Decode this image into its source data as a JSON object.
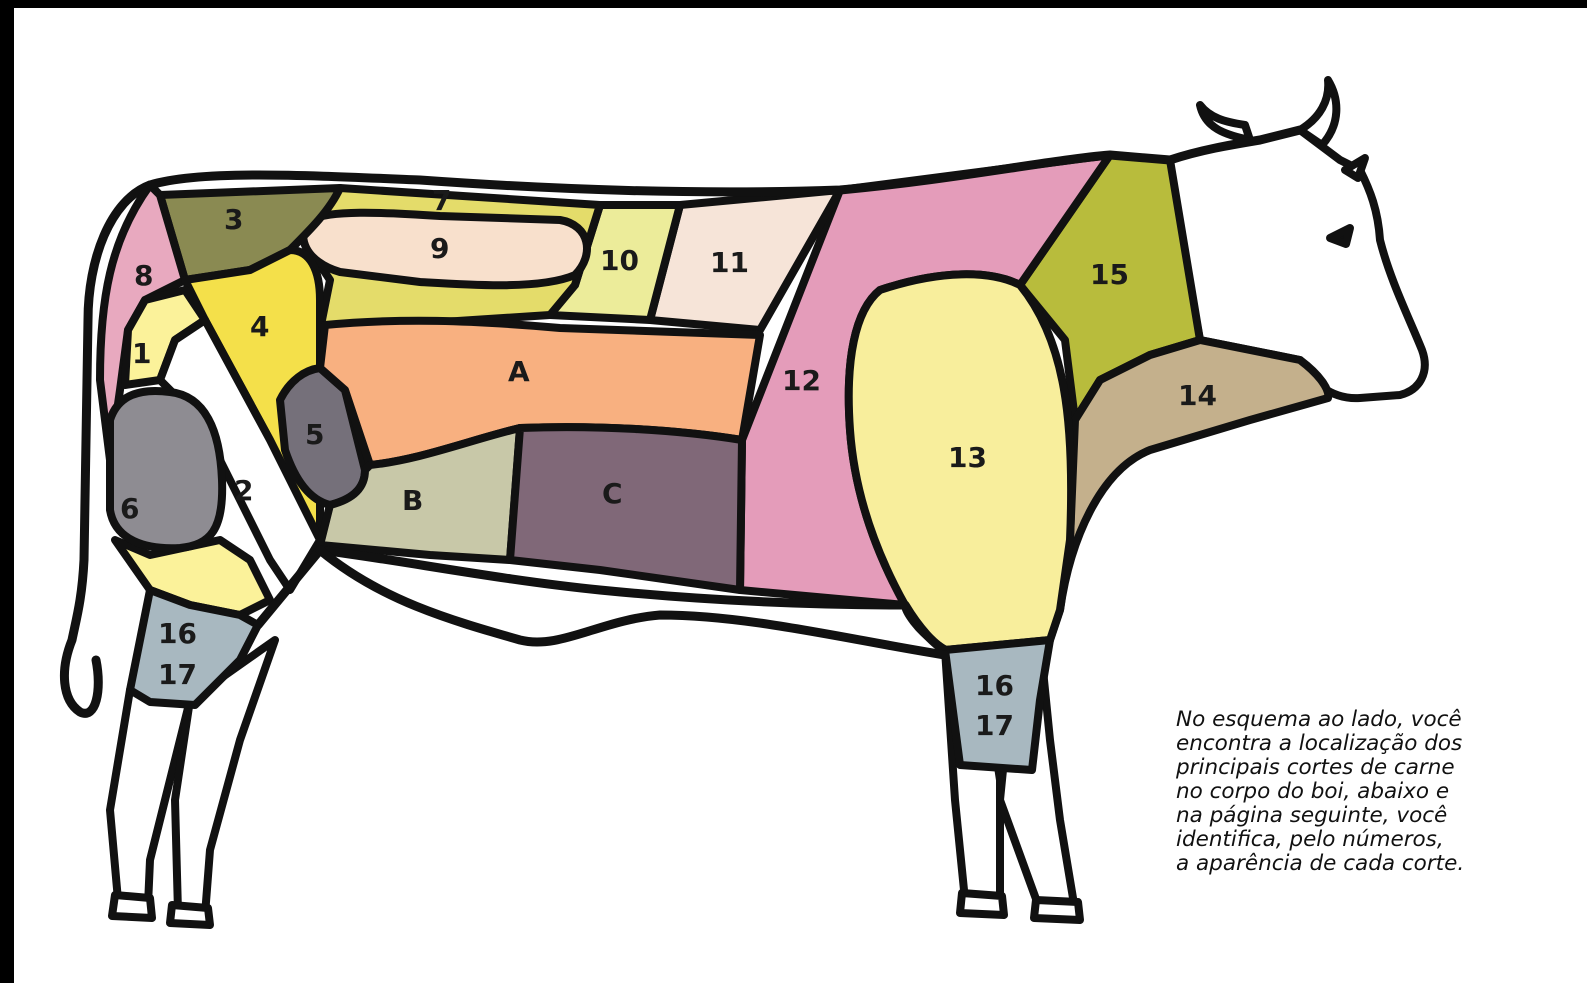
{
  "colors": {
    "background_frame": "#000000",
    "paper": "#ffffff",
    "outline": "#111111",
    "cut_1": "#fbf29a",
    "cut_2": "#ffffff",
    "cut_3": "#8a8a52",
    "cut_4": "#f4e04a",
    "cut_5": "#75707a",
    "cut_6": "#8e8c92",
    "cut_7": "#e4dc6a",
    "cut_8": "#e8a9bf",
    "cut_9": "#f8e0cc",
    "cut_10": "#ecec9a",
    "cut_11": "#f6e4d8",
    "cut_12": "#e49cba",
    "cut_13": "#f8ee9c",
    "cut_14": "#c4b08c",
    "cut_15": "#b8bc3c",
    "cut_16_17": "#a8b8c0",
    "cut_A": "#f8b080",
    "cut_B": "#c8c8a8",
    "cut_C": "#806878"
  },
  "labels": {
    "l1": "1",
    "l2": "2",
    "l3": "3",
    "l4": "4",
    "l5": "5",
    "l6": "6",
    "l7": "7",
    "l8": "8",
    "l9": "9",
    "l10": "10",
    "l11": "11",
    "l12": "12",
    "l13": "13",
    "l14": "14",
    "l15": "15",
    "l16_rear": "16",
    "l17_rear": "17",
    "l16_front": "16",
    "l17_front": "17",
    "lA": "A",
    "lB": "B",
    "lC": "C"
  },
  "caption": {
    "line1": "No esquema ao lado, você",
    "line2": "encontra a localização dos",
    "line3": "principais cortes de carne",
    "line4": "no corpo do boi, abaixo e",
    "line5": "na página seguinte, você",
    "line6": "identifica, pelo números,",
    "line7": "a aparência de cada corte."
  }
}
